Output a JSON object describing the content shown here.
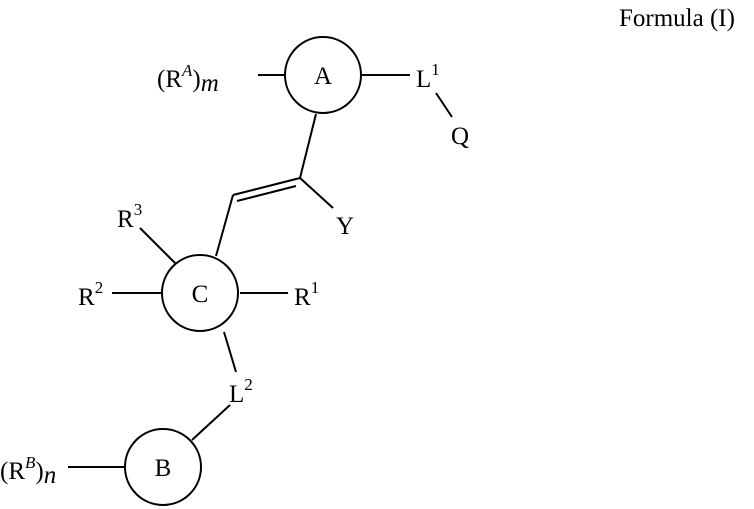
{
  "formula_label": "Formula (I)",
  "rings": {
    "A": "A",
    "B": "B",
    "C": "C"
  },
  "substituents": {
    "RA": {
      "open": "(R",
      "sup": "A",
      "close": ")",
      "sub": "m"
    },
    "RB": {
      "open": "(R",
      "sup": "B",
      "close": ")",
      "sub": "n"
    },
    "L1": {
      "base": "L",
      "sup": "1"
    },
    "L2": {
      "base": "L",
      "sup": "2"
    },
    "Q": "Q",
    "Y": "Y",
    "R1": {
      "base": "R",
      "sup": "1"
    },
    "R2": {
      "base": "R",
      "sup": "2"
    },
    "R3": {
      "base": "R",
      "sup": "3"
    }
  }
}
